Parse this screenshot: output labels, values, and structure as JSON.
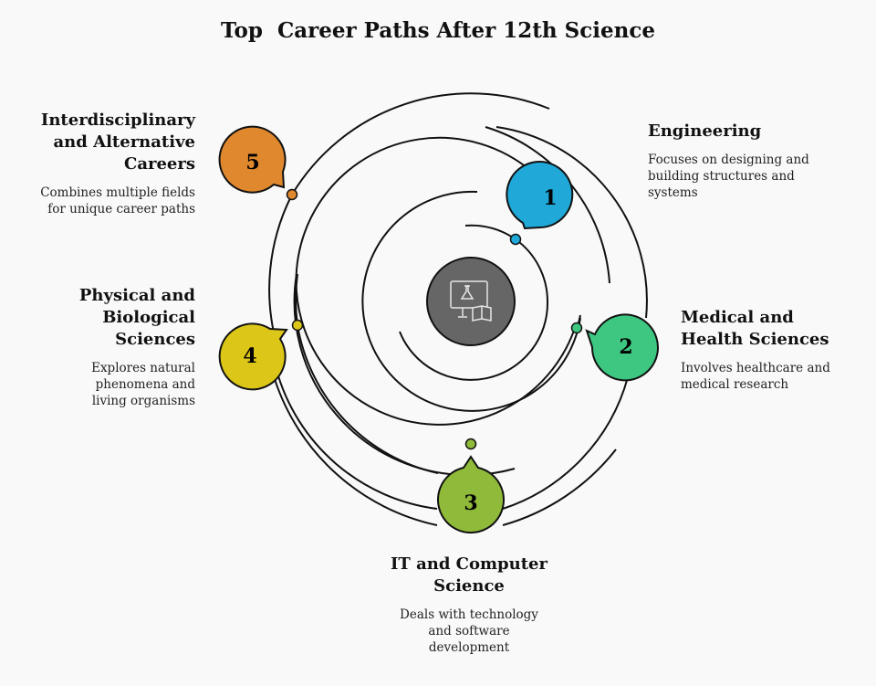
{
  "title": "Top  Career Paths After 12th Science",
  "center_icon": "science-computer-book-icon",
  "colors": {
    "background": "#f9f9f9",
    "center": "#666666",
    "engineering": "#1fa8d8",
    "medical": "#3ec781",
    "it": "#8fba3a",
    "physical": "#dcc718",
    "interdisciplinary": "#e0882e",
    "stroke": "#111111"
  },
  "items": [
    {
      "number": "1",
      "title": "Engineering",
      "description": "Focuses on designing and building structures and systems"
    },
    {
      "number": "2",
      "title": "Medical and Health Sciences",
      "description": "Involves healthcare and medical research"
    },
    {
      "number": "3",
      "title": "IT and Computer Science",
      "description": "Deals with technology and software development"
    },
    {
      "number": "4",
      "title": "Physical and Biological Sciences",
      "description": "Explores natural phenomena and living organisms"
    },
    {
      "number": "5",
      "title": "Interdisciplinary and Alternative Careers",
      "description": "Combines multiple fields for unique career paths"
    }
  ]
}
